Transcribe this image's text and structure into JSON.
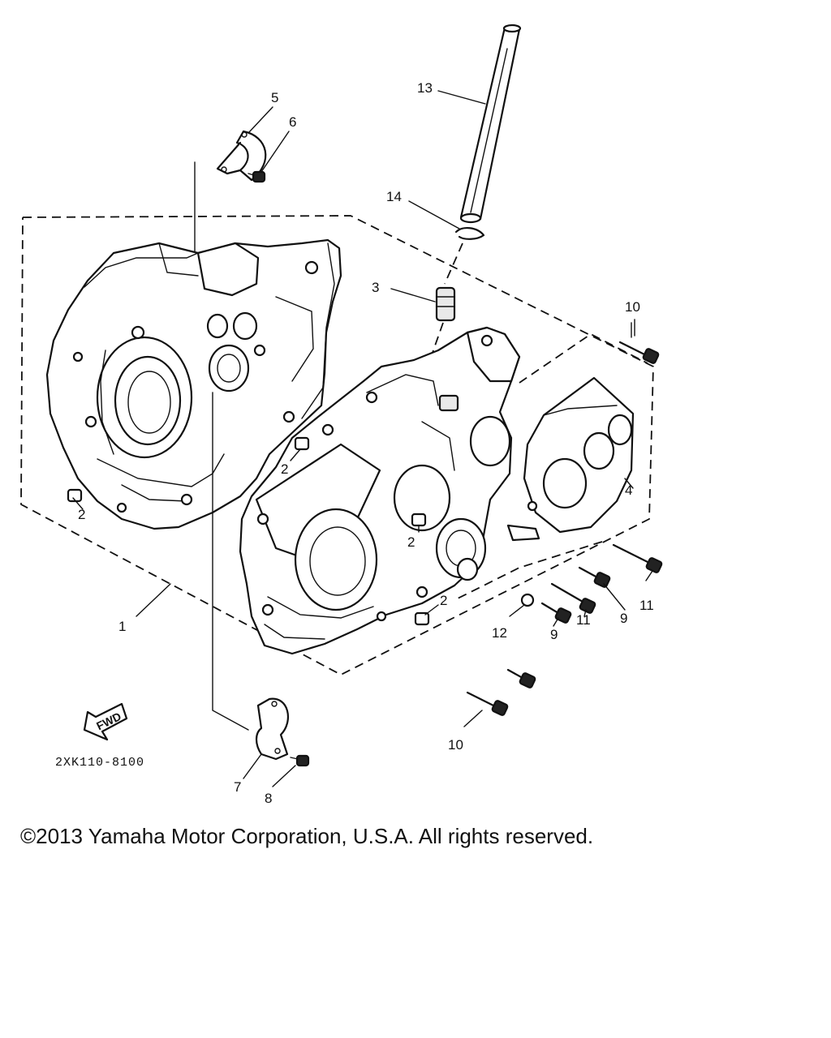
{
  "callouts": {
    "c1": "1",
    "c2a": "2",
    "c2b": "2",
    "c2c": "2",
    "c2d": "2",
    "c3": "3",
    "c4": "4",
    "c5": "5",
    "c6": "6",
    "c7": "7",
    "c8": "8",
    "c9a": "9",
    "c9b": "9",
    "c10a": "10",
    "c10b": "10",
    "c11a": "11",
    "c11b": "11",
    "c12": "12",
    "c13": "13",
    "c14": "14"
  },
  "fwd_label": "FWD",
  "diagram_code": "2XK110-8100",
  "copyright": "©2013 Yamaha Motor Corporation, U.S.A. All rights reserved."
}
